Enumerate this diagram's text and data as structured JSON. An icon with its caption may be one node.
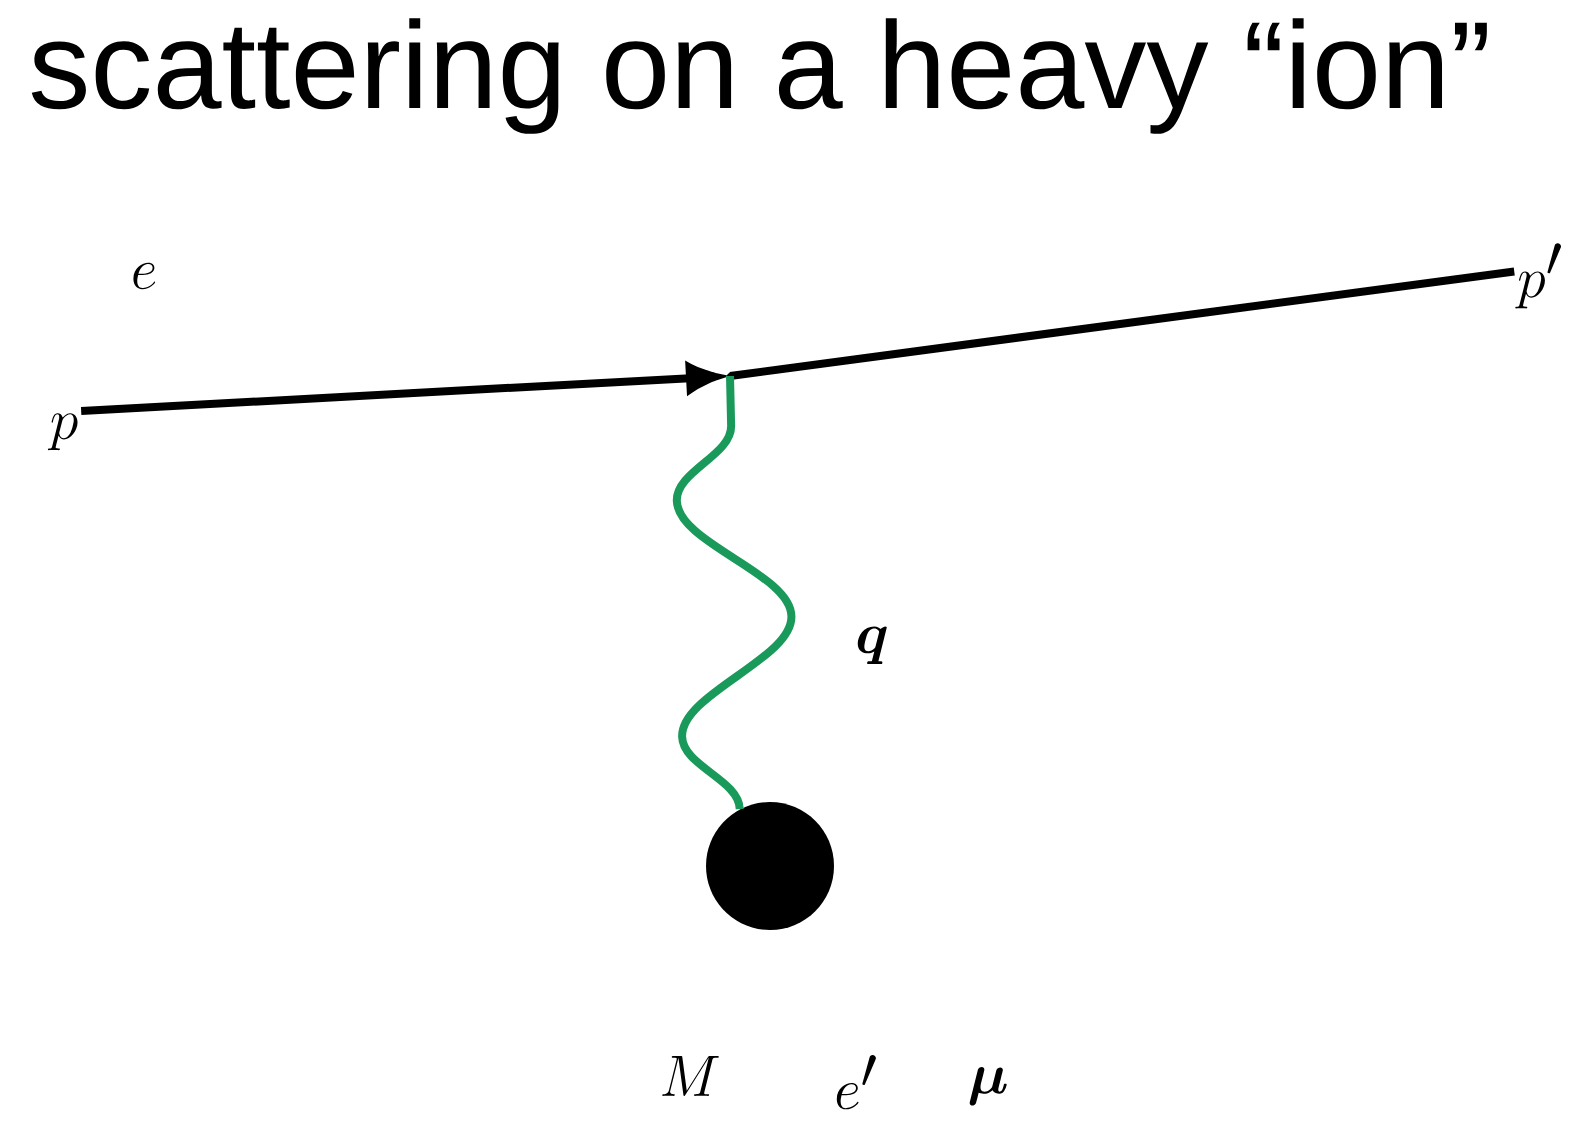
{
  "diagram": {
    "title": "scattering on a heavy “ion”",
    "nodes": [
      {
        "text": [
          "p"
        ]
      },
      {
        "text": [],
        "shape": "point"
      },
      {
        "text": [
          "p'"
        ]
      },
      {
        "text": [],
        "shape": "circle"
      }
    ],
    "edges": [
      {
        "from": 0,
        "to": 1,
        "arrow": "to"
      },
      {
        "from": 1,
        "to": 2,
        "arrow": "none"
      },
      {
        "from": 3,
        "to": 1,
        "arrow": "none",
        "label": "\\boldsymbol{q}",
        "color": "#1a9a5a"
      }
    ],
    "labels": [
      "e",
      "M",
      "e'",
      "\\boldsymbol{\\mu}"
    ]
  }
}
